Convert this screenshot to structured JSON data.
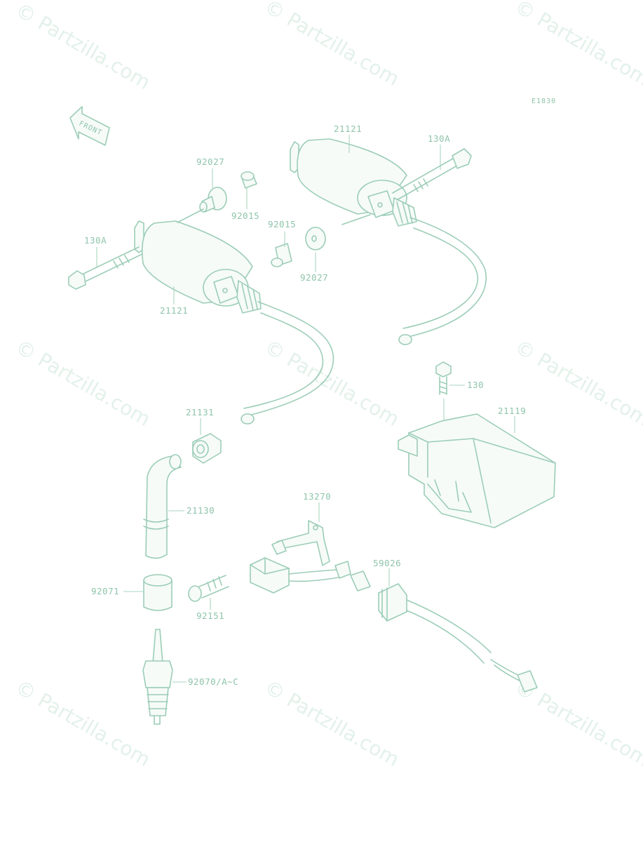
{
  "diagram": {
    "code": "E1830",
    "front_label": "FRONT",
    "watermark": "© Partzilla.com",
    "parts": [
      {
        "id": "coil-right-label",
        "number": "21121"
      },
      {
        "id": "bolt-right-label",
        "number": "130A"
      },
      {
        "id": "washer-left-top-label",
        "number": "92027"
      },
      {
        "id": "collar-left-top-label",
        "number": "92015"
      },
      {
        "id": "collar-center-label",
        "number": "92015"
      },
      {
        "id": "bolt-left-label",
        "number": "130A"
      },
      {
        "id": "washer-center-label",
        "number": "92027"
      },
      {
        "id": "coil-left-label",
        "number": "21121"
      },
      {
        "id": "bolt-igniter-label",
        "number": "130"
      },
      {
        "id": "igniter-label",
        "number": "21119"
      },
      {
        "id": "cap-nut-label",
        "number": "21131"
      },
      {
        "id": "plug-cap-label",
        "number": "21130"
      },
      {
        "id": "bracket-label",
        "number": "13270"
      },
      {
        "id": "connector-label",
        "number": "59026"
      },
      {
        "id": "cap-boot-label",
        "number": "92071"
      },
      {
        "id": "screw-label",
        "number": "92151"
      },
      {
        "id": "spark-plug-label",
        "number": "92070/A~C"
      }
    ]
  }
}
